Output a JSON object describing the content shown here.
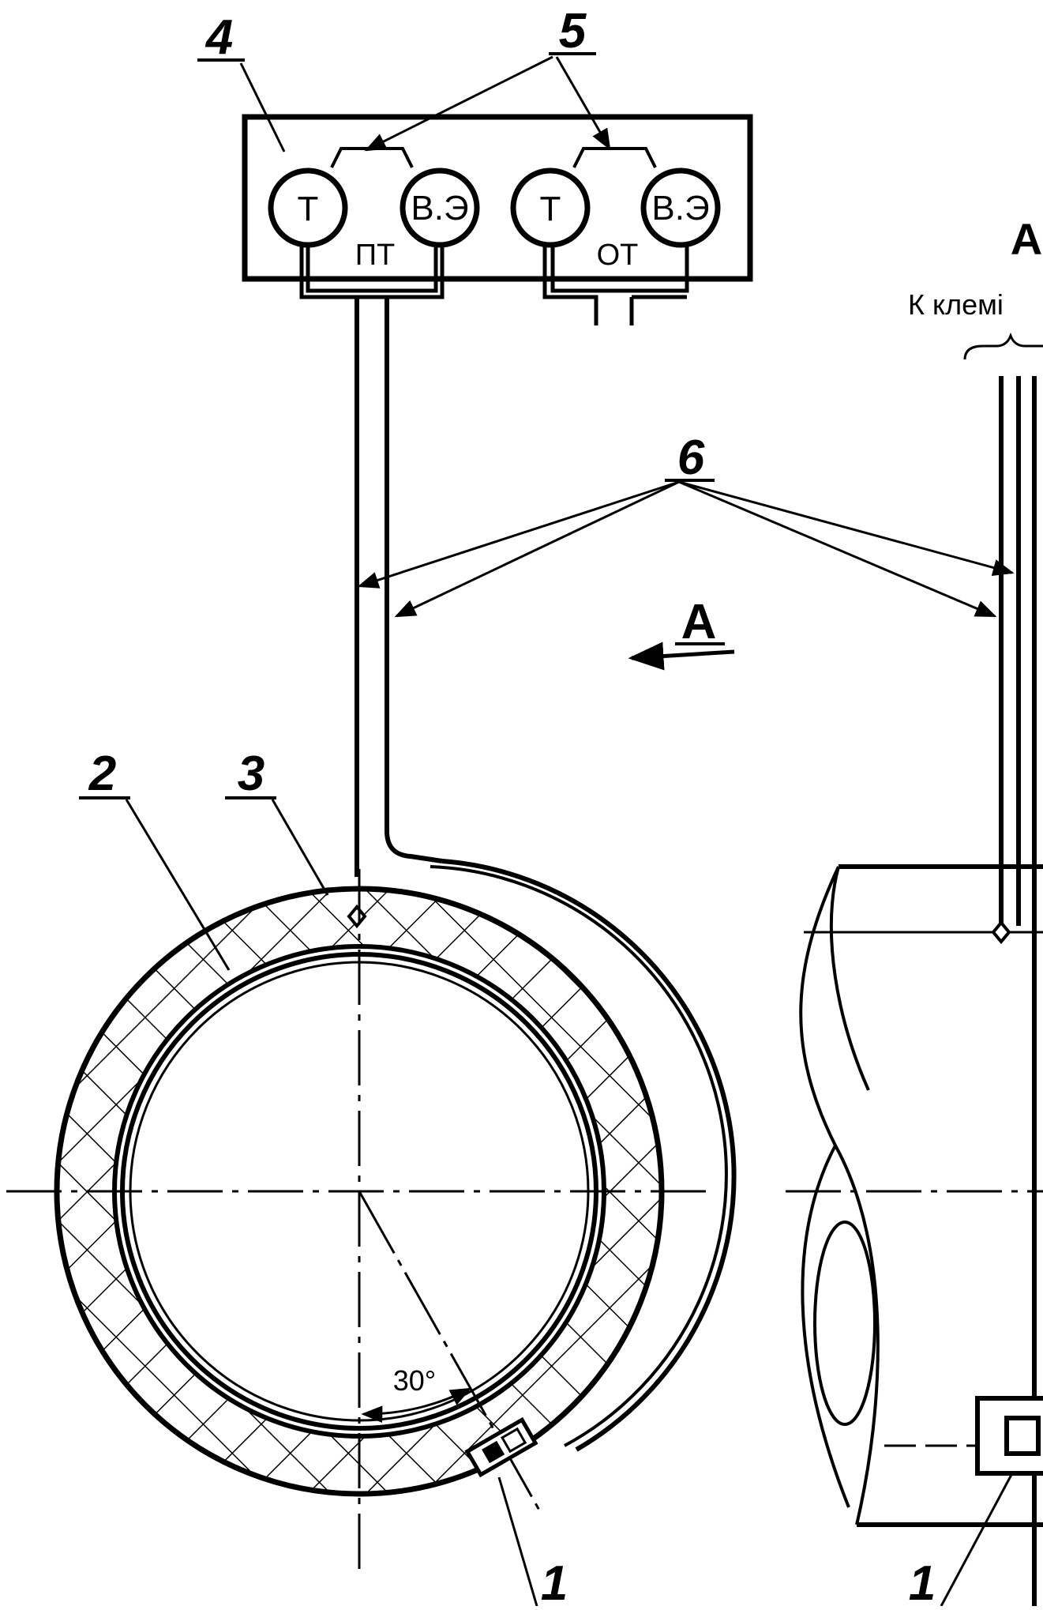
{
  "callouts": {
    "sensor": "1",
    "sensor_side": "1",
    "pipe": "2",
    "insulation": "3",
    "panel": "4",
    "terminals": "5",
    "wires": "6"
  },
  "panel": {
    "gauge_t": "Т",
    "gauge_ve": "В.Э",
    "supply_label": "ПТ",
    "return_label": "ОТ"
  },
  "view": {
    "arrow_label": "А",
    "side_title": "А",
    "terminals_note": "К клемі"
  },
  "angle_label": "30°"
}
